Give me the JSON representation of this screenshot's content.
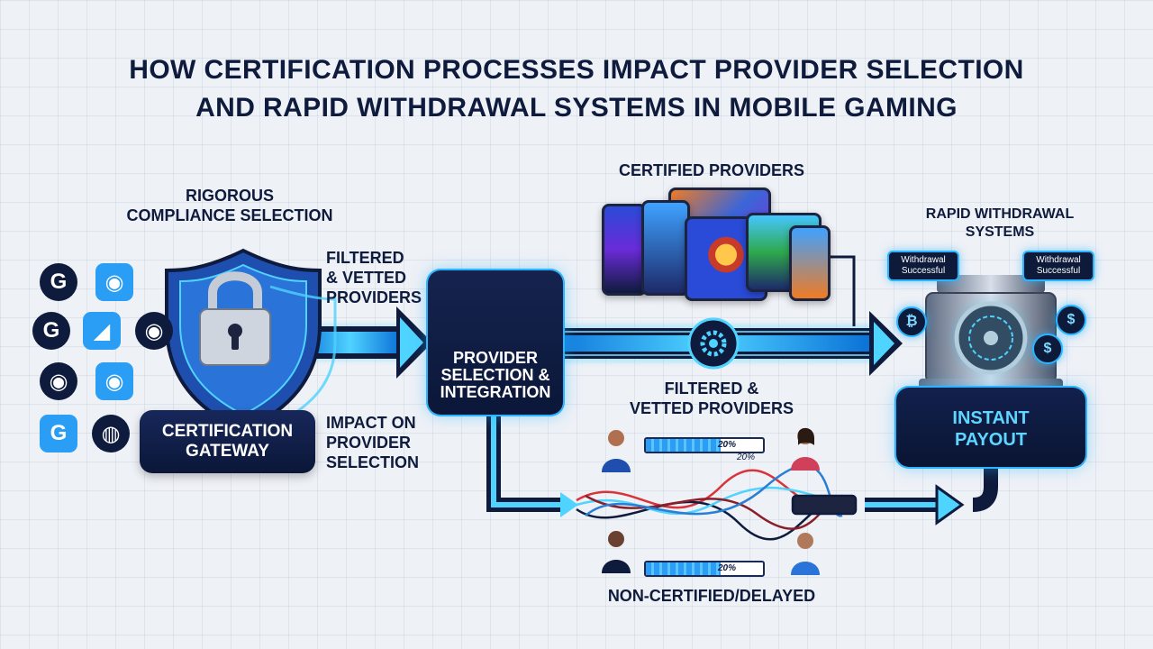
{
  "title": {
    "line1": "HOW CERTIFICATION PROCESSES IMPACT PROVIDER SELECTION",
    "line2": "AND RAPID WITHDRAWAL SYSTEMS IN MOBILE GAMING"
  },
  "labels": {
    "rigorous_line1": "RIGOROUS",
    "rigorous_line2": "COMPLIANCE SELECTION",
    "filtered_top_line1": "FILTERED",
    "filtered_top_line2": "& VETTED",
    "filtered_top_line3": "PROVIDERS",
    "impact_line1": "IMPACT ON",
    "impact_line2": "PROVIDER",
    "impact_line3": "SELECTION",
    "certified_providers": "CERTIFIED PROVIDERS",
    "filtered_mid_line1": "FILTERED &",
    "filtered_mid_line2": "VETTED PROVIDERS",
    "rapid_line1": "RAPID WITHDRAWAL",
    "rapid_line2": "SYSTEMS",
    "non_certified": "NON-CERTIFIED/DELAYED"
  },
  "panels": {
    "certification_line1": "CERTIFICATION",
    "certification_line2": "GATEWAY",
    "provider_line1": "PROVIDER",
    "provider_line2": "SELECTION &",
    "provider_line3": "INTEGRATION",
    "payout_line1": "INSTANT",
    "payout_line2": "PAYOUT"
  },
  "bubbles": {
    "left_line1": "Withdrawal",
    "left_line2": "Successful",
    "right_line1": "Withdrawal",
    "right_line2": "Successful"
  },
  "coins": {
    "bitcoin": "₿",
    "dollar": "$"
  },
  "progress": {
    "top": {
      "value": 0.2,
      "text": "20%",
      "side_text": "20%"
    },
    "bottom": {
      "value": 0.2,
      "text": "20%"
    }
  },
  "logos": [
    "G",
    "◉",
    "G",
    "◢",
    "◉",
    "◉",
    "◉",
    "G",
    "◍"
  ],
  "icons": {
    "lock": "lock-icon",
    "shield": "shield-icon",
    "gears": "gears-icon",
    "vault": "vault-icon"
  },
  "colors": {
    "navy": "#0f1b3d",
    "accent": "#2bb4ff",
    "panel": "#17275a",
    "red_wire": "#d8343a"
  }
}
